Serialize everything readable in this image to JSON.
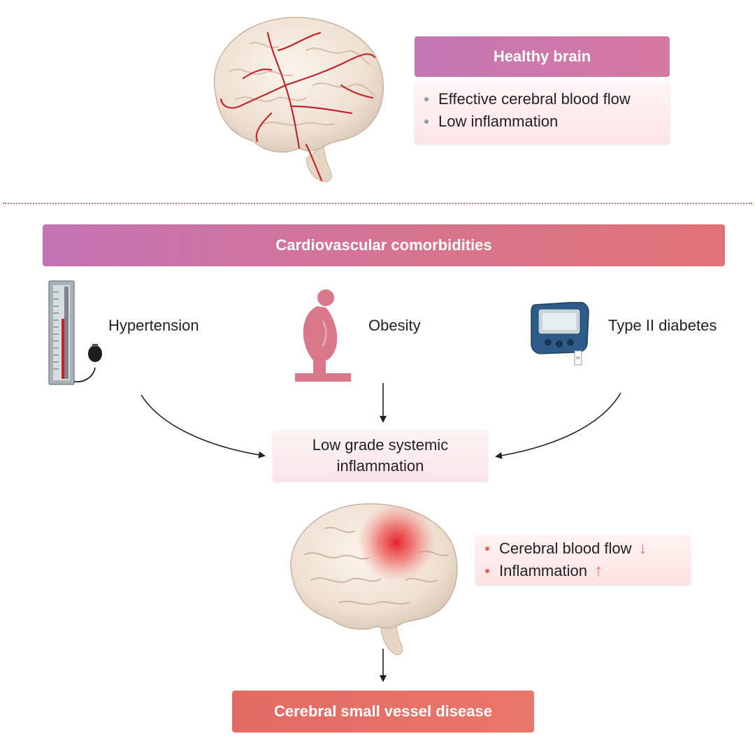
{
  "healthy": {
    "title": "Healthy brain",
    "items": [
      "Effective cerebral blood flow",
      "Low inflammation"
    ]
  },
  "comorbidities": {
    "title": "Cardiovascular comorbidities",
    "factors": [
      "Hypertension",
      "Obesity",
      "Type II diabetes"
    ]
  },
  "inflammation": {
    "line1": "Low grade systemic",
    "line2": "inflammation"
  },
  "disease": {
    "items": [
      "Cerebral blood flow",
      "Inflammation"
    ],
    "indicators": [
      "↓",
      "↑"
    ],
    "outcome": "Cerebral small vessel disease"
  },
  "colors": {
    "header_gradient_start": "#c276b4",
    "header_gradient_end": "#e07377",
    "outcome": "#e26b66",
    "vessel_red": "#c0272d",
    "divider": "#e06a6a"
  },
  "icons": [
    "brain-healthy-illustration",
    "sphygmomanometer-icon",
    "obesity-figure-icon",
    "glucose-meter-icon",
    "brain-inflamed-illustration"
  ]
}
